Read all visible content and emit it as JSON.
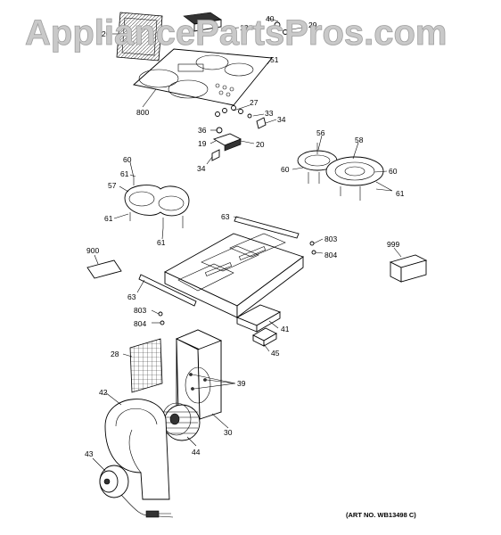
{
  "watermark": "AppliancePartsPros.com",
  "art_number": "(ART NO. WB13498 C)",
  "callouts": {
    "c26": "26",
    "c12": "12",
    "c40": "40",
    "c29": "29",
    "c51": "51",
    "c800": "800",
    "c27": "27",
    "c33": "33",
    "c34a": "34",
    "c36": "36",
    "c19": "19",
    "c20": "20",
    "c34b": "34",
    "c56": "56",
    "c58": "58",
    "c60a": "60",
    "c60b": "60",
    "c60c": "60",
    "c61a": "61",
    "c57": "57",
    "c61b": "61",
    "c61c": "61",
    "c61d": "61",
    "c63a": "63",
    "c803a": "803",
    "c804a": "804",
    "c900": "900",
    "c999": "999",
    "c63b": "63",
    "c803b": "803",
    "c804b": "804",
    "c41": "41",
    "c45": "45",
    "c28": "28",
    "c39": "39",
    "c42": "42",
    "c44": "44",
    "c30": "30",
    "c43": "43"
  }
}
